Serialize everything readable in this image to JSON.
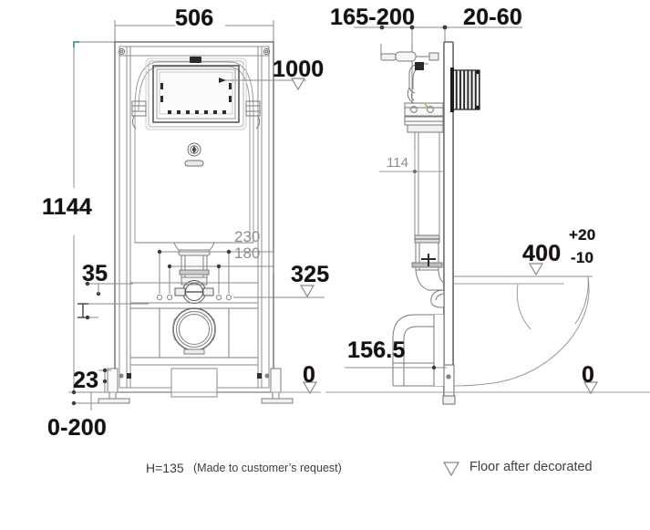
{
  "drawing": {
    "title": "Concealed cistern frame installation drawing",
    "units": "mm",
    "views": [
      {
        "name": "front-elevation",
        "side": "left"
      },
      {
        "name": "side-elevation",
        "side": "right"
      }
    ]
  },
  "front_view": {
    "width_overall": "506",
    "frame_height": "1144",
    "flush_plate_height_label": "1000",
    "bolt_spacing_outer": "230",
    "bolt_spacing_inner": "180",
    "outlet_height_label": "325",
    "wall_offset": "35",
    "foot_height": "23",
    "floor_datum": "0",
    "foot_adjust_range": "0-200",
    "h_marker": "H"
  },
  "side_view": {
    "depth_range": "165-200",
    "plate_depth_range": "20-60",
    "inner_depth": "114",
    "bowl_height": "400",
    "bowl_tol_plus": "+20",
    "bowl_tol_minus": "-10",
    "outlet_centre": "156.5",
    "floor_datum": "0"
  },
  "legend": {
    "height_note": "H=135",
    "height_note_sub": "(Made to customer’s request)",
    "datum_symbol_label": "Floor after decorated"
  },
  "colors": {
    "line": "#6e6e6e",
    "line_dark": "#3a3a3a",
    "text_bold": "#121212",
    "text_thin": "#8d8d8d",
    "caption": "#3e3e3e",
    "accent_warm": "#c46e28",
    "accent_cool": "#1e3c8c",
    "hatch": "#262626",
    "background": "#ffffff"
  }
}
